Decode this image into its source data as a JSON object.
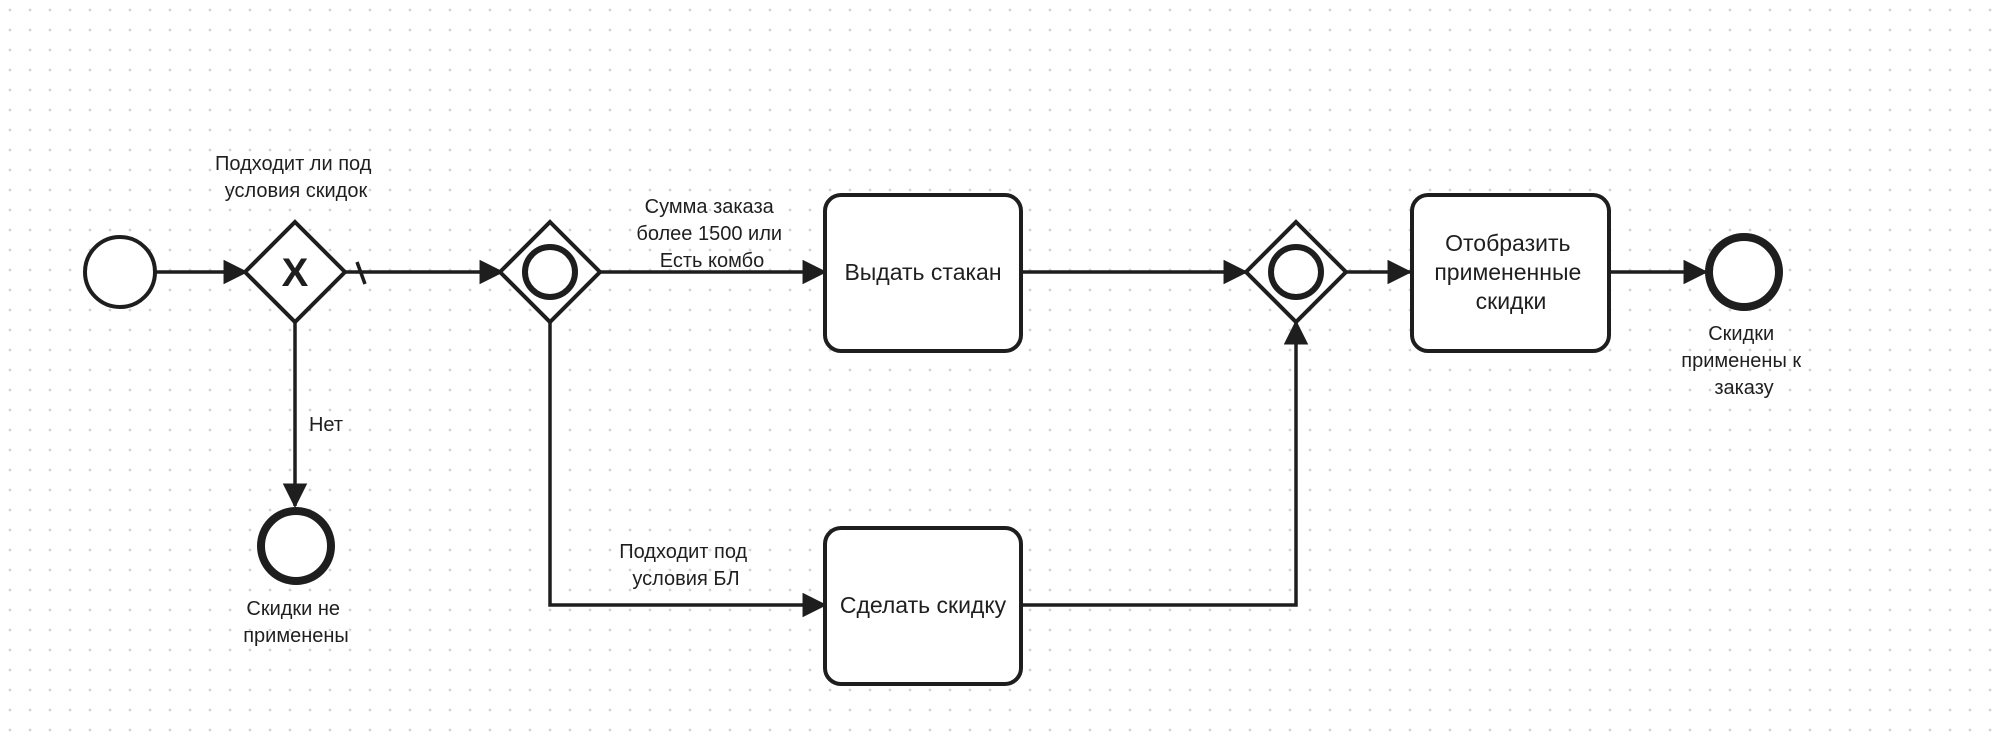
{
  "diagram": {
    "gateway_question": [
      "Подходит ли под",
      "условия скидок"
    ],
    "gateway_exclusive_marker": "X",
    "flow_no": "Нет",
    "flow_amount": [
      "Сумма заказа",
      "более 1500 или",
      "Есть комбо"
    ],
    "flow_bl": [
      "Подходит под",
      "условия БЛ"
    ],
    "task_glass": "Выдать стакан",
    "task_discount": "Сделать скидку",
    "task_show": [
      "Отобразить",
      "примененные",
      "скидки"
    ],
    "end_not_applied": [
      "Скидки не",
      "применены"
    ],
    "end_applied": [
      "Скидки",
      "применены к",
      "заказу"
    ]
  },
  "colors": {
    "stroke": "#1e1e1e",
    "text": "#1f1f1f",
    "background": "#ffffff",
    "grid_dots": "#d4d4d4"
  }
}
